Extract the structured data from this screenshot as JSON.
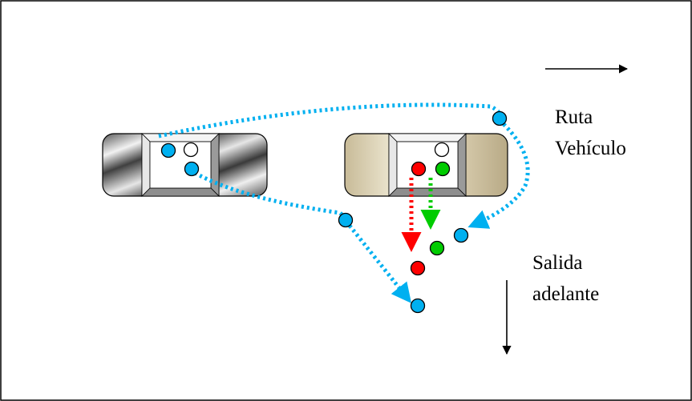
{
  "labels": {
    "route_line1": "Ruta",
    "route_line2": "Vehículo",
    "exit_line1": "Salida",
    "exit_line2": "adelante"
  },
  "colors": {
    "blue": "#00b0f0",
    "red": "#ff0000",
    "green": "#00cc00",
    "frame": "#000000",
    "vehicle_left": "metallic-gray",
    "vehicle_right": "beige"
  },
  "icons": {
    "route_arrow": "arrow-right-icon",
    "exit_arrow": "arrow-down-icon"
  }
}
